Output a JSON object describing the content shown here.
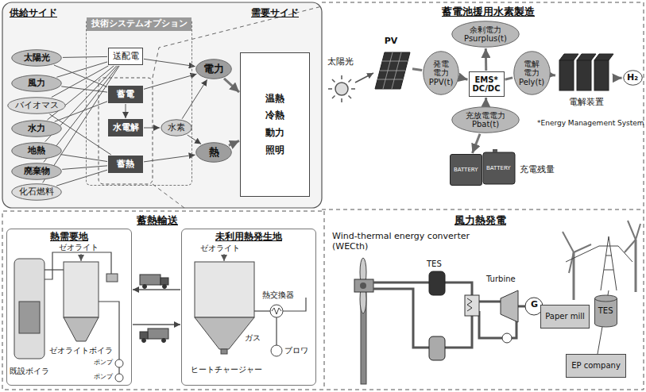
{
  "diagram": {
    "nodes": [
      {
        "text": [
          "技術システムオプション"
        ]
      },
      {
        "text": [
          "太陽光"
        ]
      },
      {
        "text": [
          "風力"
        ]
      },
      {
        "text": [
          "バイオマス"
        ]
      },
      {
        "text": [
          "水力"
        ]
      },
      {
        "text": [
          "地熱"
        ]
      },
      {
        "text": [
          "廃棄物"
        ]
      },
      {
        "text": [
          "化石燃料"
        ]
      },
      {
        "text": [
          "送配電"
        ],
        "in": 0
      },
      {
        "text": [
          "蓄電"
        ],
        "in": 0
      },
      {
        "text": [
          "水電解"
        ],
        "in": 0
      },
      {
        "text": [
          "蓄熱"
        ],
        "in": 0
      },
      {
        "text": [
          "水素"
        ]
      },
      {
        "text": [
          "電力"
        ]
      },
      {
        "text": [
          "熱"
        ]
      },
      {
        "text": [
          "温熱 冷熱 動力 照明"
        ]
      },
      {
        "text": [
          "PV"
        ]
      },
      {
        "text": [
          "発電 電力",
          "PPV(t)"
        ]
      },
      {
        "text": [
          "余剰電力",
          "Psurplus(t)"
        ]
      },
      {
        "text": [
          "EMS*",
          "DC/DC"
        ]
      },
      {
        "text": [
          "電解 電力",
          "Pely(t)"
        ]
      },
      {
        "text": [
          "電解装置"
        ]
      },
      {
        "text": [
          "H₂"
        ]
      },
      {
        "text": [
          "充放電電力",
          "Pbat(t)"
        ]
      },
      {
        "text": [
          "BATTERY"
        ]
      },
      {
        "text": [
          "熱需要地"
        ]
      },
      {
        "text": [
          "未利用熱発生地"
        ]
      },
      {
        "text": [
          "Paper mill"
        ]
      },
      {
        "text": [
          "TES"
        ]
      },
      {
        "text": [
          "EP company"
        ]
      }
    ],
    "edges": [
      {
        "from": 1,
        "to": 8,
        "arrow": "none"
      },
      {
        "from": 2,
        "to": 8,
        "arrow": "none"
      },
      {
        "from": 3,
        "to": 8,
        "arrow": "none"
      },
      {
        "from": 4,
        "to": 8,
        "arrow": "none"
      },
      {
        "from": 5,
        "to": 8,
        "arrow": "none"
      },
      {
        "from": 6,
        "to": 8,
        "arrow": "none"
      },
      {
        "from": 7,
        "to": 8,
        "arrow": "none"
      },
      {
        "from": 1,
        "to": 9,
        "arrow": "none"
      },
      {
        "from": 2,
        "to": 9,
        "arrow": "none"
      },
      {
        "from": 4,
        "to": 9,
        "arrow": "none"
      },
      {
        "from": 3,
        "to": 11,
        "arrow": "none"
      },
      {
        "from": 5,
        "to": 11,
        "arrow": "none"
      },
      {
        "from": 6,
        "to": 11,
        "arrow": "none"
      },
      {
        "from": 7,
        "to": 11,
        "arrow": "none"
      },
      {
        "from": 8,
        "to": 13,
        "arrow": "to"
      },
      {
        "from": 9,
        "to": 13,
        "arrow": "to"
      },
      {
        "from": 9,
        "to": 10,
        "arrow": "to"
      },
      {
        "from": 10,
        "to": 12,
        "arrow": "to"
      },
      {
        "from": 12,
        "to": 13,
        "arrow": "to"
      },
      {
        "from": 12,
        "to": 14,
        "arrow": "to"
      },
      {
        "from": 11,
        "to": 14,
        "arrow": "to"
      },
      {
        "from": 13,
        "to": 15,
        "arrow": "to"
      },
      {
        "from": 14,
        "to": 15,
        "arrow": "to"
      },
      {
        "from": 16,
        "to": 17,
        "arrow": "none"
      },
      {
        "from": 17,
        "to": 19,
        "arrow": "to"
      },
      {
        "from": 19,
        "to": 18,
        "arrow": "to"
      },
      {
        "from": 19,
        "to": 20,
        "arrow": "none"
      },
      {
        "from": 20,
        "to": 21,
        "arrow": "to"
      },
      {
        "from": 21,
        "to": 22,
        "arrow": "to"
      },
      {
        "from": 23,
        "to": 19,
        "arrow": "to"
      },
      {
        "from": 23,
        "to": 24,
        "arrow": "to"
      },
      {
        "from": 26,
        "to": 25,
        "arrow": "to"
      },
      {
        "from": 25,
        "to": 26,
        "arrow": "to"
      }
    ],
    "labels": [
      "供給サイド",
      "需要サイド",
      "蓄電池援用水素製造",
      "太陽光",
      "*Energy Management System",
      "充電残量",
      "BATTERY",
      "蓄熱輸送",
      "ゼオライト",
      "既設ボイラ",
      "ゼオライトボイラ",
      "ポンプ",
      "ポンプ",
      "ゼオライト",
      "ヒートチャージャー",
      "ガス",
      "熱交換器",
      "ブロワ",
      "風力熱発電",
      "Wind-thermal energy converter (WECth)",
      "TES",
      "Turbine",
      "G"
    ]
  }
}
